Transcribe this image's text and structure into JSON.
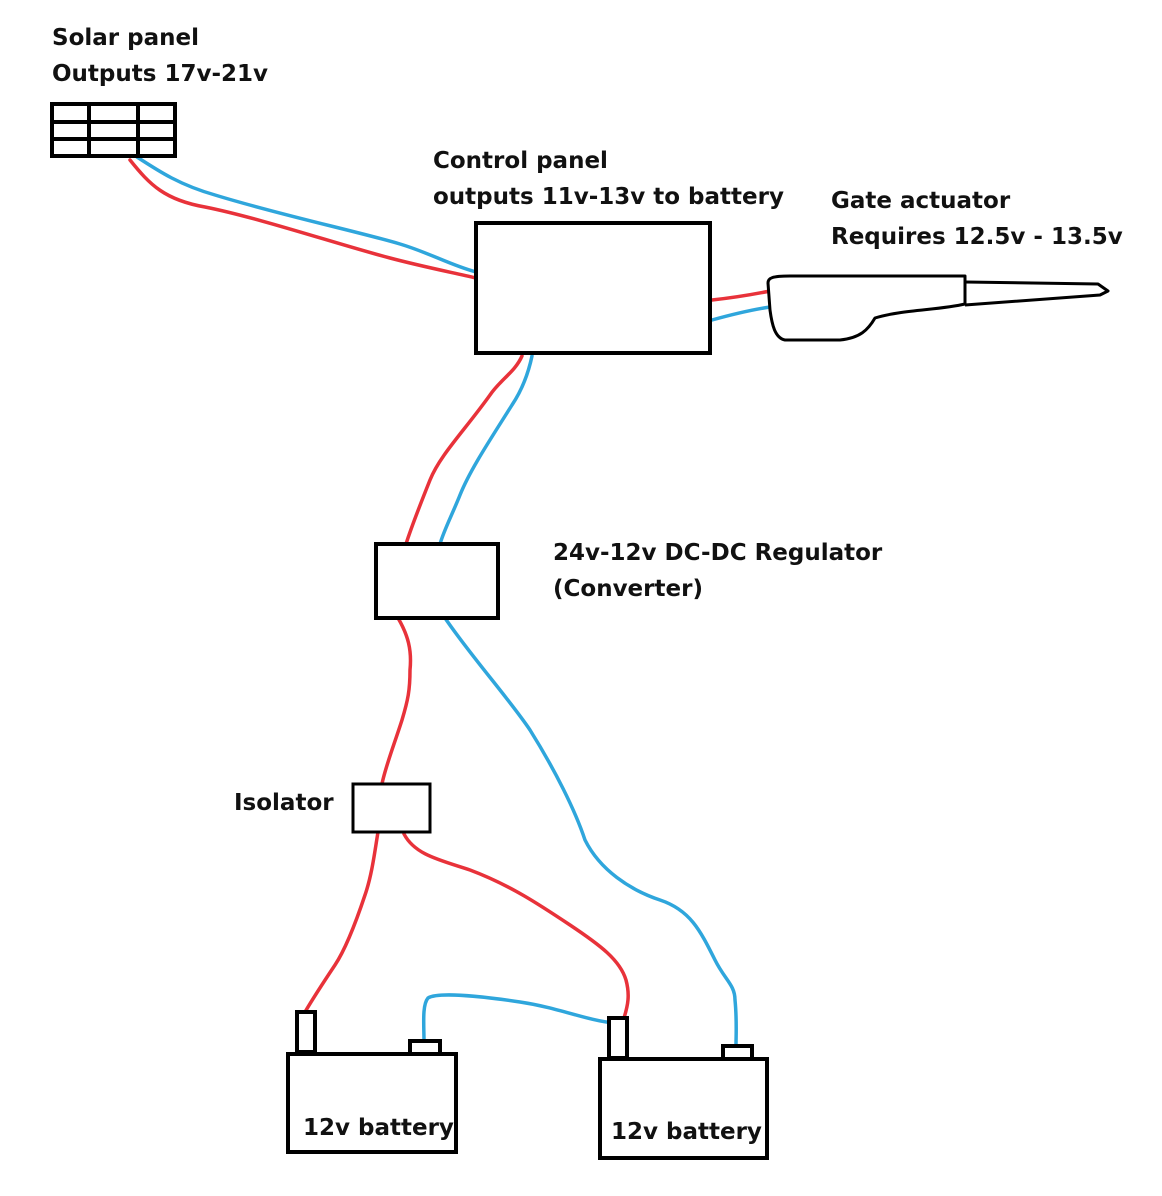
{
  "colors": {
    "positive_wire": "#e8323a",
    "negative_wire": "#2fa6dc",
    "outline": "#000000",
    "text": "#111111"
  },
  "labels": {
    "solar_panel_title": "Solar panel",
    "solar_panel_output": "Outputs 17v-21v",
    "control_panel_title": "Control panel",
    "control_panel_output": "outputs 11v-13v to battery",
    "gate_actuator_title": "Gate actuator",
    "gate_actuator_requirement": "Requires 12.5v - 13.5v",
    "regulator_title": "24v-12v DC-DC Regulator",
    "regulator_subtitle": "(Converter)",
    "isolator": "Isolator",
    "battery_left": "12v battery",
    "battery_right": "12v battery"
  }
}
